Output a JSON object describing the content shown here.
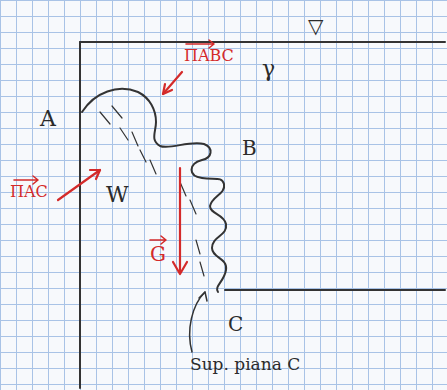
{
  "diagram": {
    "labels": [
      "▽",
      "A",
      "ΠABC",
      "γ",
      "B",
      "ΠAC",
      "W",
      "G",
      "C",
      "Sup. piana C"
    ]
  }
}
